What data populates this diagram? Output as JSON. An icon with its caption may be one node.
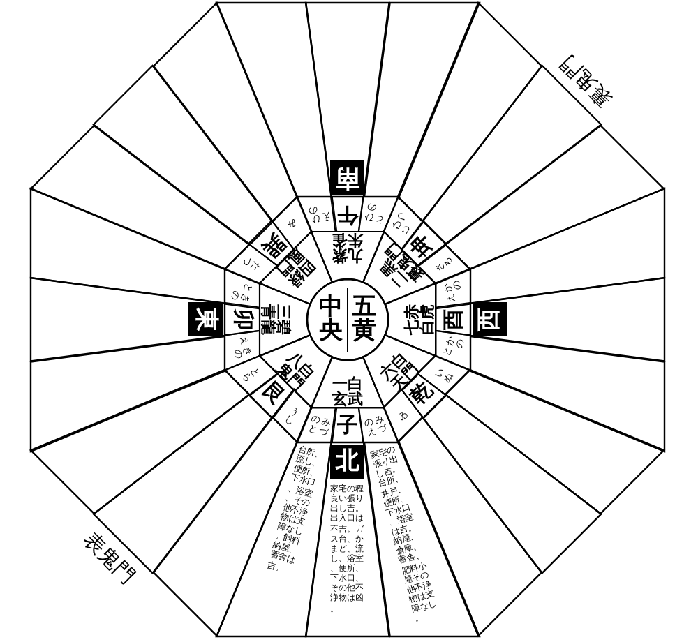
{
  "diagram": {
    "nodes": [
      {
        "text": [
          "中央",
          "五黄"
        ]
      },
      {
        "text": [
          "九紫",
          "朱雀"
        ]
      },
      {
        "text": [
          "二黒",
          "裏鬼門"
        ]
      },
      {
        "text": [
          "七赤",
          "白虎"
        ]
      },
      {
        "text": [
          "六白",
          "天門"
        ]
      },
      {
        "text": [
          "一白",
          "玄武"
        ]
      },
      {
        "text": [
          "八白",
          "鬼門"
        ]
      },
      {
        "text": [
          "三碧",
          "青龍"
        ]
      },
      {
        "text": [
          "四緑",
          "風門"
        ]
      },
      {
        "text": [
          "ひのえ"
        ]
      },
      {
        "text": [
          "午"
        ]
      },
      {
        "text": [
          "ひのと"
        ]
      },
      {
        "text": [
          "ひつじ"
        ]
      },
      {
        "text": [
          "坤"
        ]
      },
      {
        "text": [
          "さる"
        ]
      },
      {
        "text": [
          "かのえ"
        ]
      },
      {
        "text": [
          "酉"
        ]
      },
      {
        "text": [
          "かのと"
        ]
      },
      {
        "text": [
          "いぬ"
        ]
      },
      {
        "text": [
          "乾"
        ]
      },
      {
        "text": [
          "ゐ"
        ]
      },
      {
        "text": [
          "みづのえ"
        ]
      },
      {
        "text": [
          "子"
        ]
      },
      {
        "text": [
          "みづのと"
        ]
      },
      {
        "text": [
          "うし"
        ]
      },
      {
        "text": [
          "艮"
        ]
      },
      {
        "text": [
          "とら"
        ]
      },
      {
        "text": [
          "きのえ"
        ]
      },
      {
        "text": [
          "卯"
        ]
      },
      {
        "text": [
          "きのと"
        ]
      },
      {
        "text": [
          "たつ"
        ]
      },
      {
        "text": [
          "巽"
        ]
      },
      {
        "text": [
          "み"
        ]
      },
      {
        "text": [],
        "shape": "sector"
      },
      {
        "text": [],
        "shape": "sector"
      },
      {
        "text": [],
        "shape": "sector"
      },
      {
        "text": [],
        "shape": "sector"
      },
      {
        "text": [],
        "shape": "sector"
      },
      {
        "text": [],
        "shape": "sector"
      },
      {
        "text": [],
        "shape": "sector"
      },
      {
        "text": [],
        "shape": "sector"
      },
      {
        "text": [],
        "shape": "sector"
      },
      {
        "text": [],
        "shape": "sector"
      },
      {
        "text": [],
        "shape": "sector"
      },
      {
        "text": [],
        "shape": "sector"
      },
      {
        "text": [
          "家宅の張り出し吉。台所、井戸、便所、下水口、浴室は吉。納屋、倉庫、蓄舎、肥料小屋その他不浄物は支障なし。"
        ]
      },
      {
        "text": [
          "家宅の程良い張り出し吉。出入口は不吉。ガス台、かまど、流し、浴室、便所、下水口、その他不浄物は凶。"
        ]
      },
      {
        "text": [
          "台所、流し、便所、下水口、浴室、その他不浄物は支障なし。飼料納屋、蓄舎は吉。"
        ]
      },
      {
        "text": [],
        "shape": "sector"
      },
      {
        "text": [],
        "shape": "sector"
      },
      {
        "text": [],
        "shape": "sector"
      },
      {
        "text": [],
        "shape": "sector"
      },
      {
        "text": [],
        "shape": "sector"
      },
      {
        "text": [],
        "shape": "sector"
      },
      {
        "text": [],
        "shape": "sector"
      },
      {
        "text": [],
        "shape": "sector"
      },
      {
        "text": [],
        "shape": "sector"
      },
      {
        "text": [
          "南"
        ],
        "in": 34
      },
      {
        "text": [
          "西"
        ],
        "in": 40
      },
      {
        "text": [
          "北"
        ],
        "in": 46
      },
      {
        "text": [
          "東"
        ],
        "in": 52
      }
    ],
    "labels": [
      "裏鬼門",
      "表鬼門"
    ]
  }
}
